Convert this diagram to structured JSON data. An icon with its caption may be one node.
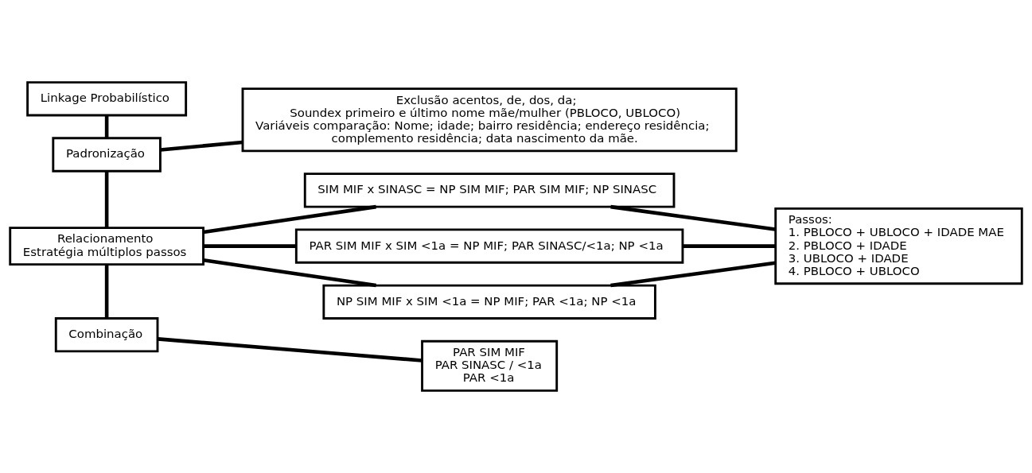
{
  "diagram": {
    "nodes": [
      {
        "text": [
          "Linkage Probabilístico"
        ]
      },
      {
        "text": [
          "Padronização"
        ]
      },
      {
        "text": [
          "Exclusão acentos, de, dos, da;",
          "Soundex primeiro e último nome mãe/mulher (PBLOCO, UBLOCO)",
          "Variáveis comparação: Nome; idade; bairro residência; endereço residência; complemento residência; data nascimento da mãe."
        ]
      },
      {
        "text": [
          "Relacionamento",
          "Estratégia múltiplos passos"
        ]
      },
      {
        "text": [
          "SIM MIF x SINASC = NP SIM MIF; PAR SIM MIF; NP SINASC"
        ]
      },
      {
        "text": [
          "PAR SIM MIF x SIM <1a = NP MIF; PAR SINASC/<1a; NP <1a"
        ]
      },
      {
        "text": [
          "NP SIM MIF x SIM <1a = NP MIF; PAR <1a; NP <1a"
        ]
      },
      {
        "text": [
          "Passos:",
          "1. PBLOCO + UBLOCO + IDADE MAE",
          "2. PBLOCO + IDADE",
          "3. UBLOCO + IDADE",
          "4. PBLOCO + UBLOCO"
        ]
      },
      {
        "text": [
          "Combinação"
        ]
      },
      {
        "text": [
          "PAR SIM MIF",
          "PAR SINASC / <1a",
          "PAR <1a"
        ]
      }
    ],
    "edges": [
      {
        "from": 0,
        "to": 1,
        "arrow": "none"
      },
      {
        "from": 1,
        "to": 2,
        "arrow": "none"
      },
      {
        "from": 1,
        "to": 3,
        "arrow": "none"
      },
      {
        "from": 3,
        "to": 4,
        "arrow": "none"
      },
      {
        "from": 3,
        "to": 5,
        "arrow": "none"
      },
      {
        "from": 3,
        "to": 6,
        "arrow": "none"
      },
      {
        "from": 4,
        "to": 7,
        "arrow": "none"
      },
      {
        "from": 5,
        "to": 7,
        "arrow": "none"
      },
      {
        "from": 6,
        "to": 7,
        "arrow": "none"
      },
      {
        "from": 3,
        "to": 8,
        "arrow": "none"
      },
      {
        "from": 8,
        "to": 9,
        "arrow": "none"
      }
    ]
  }
}
